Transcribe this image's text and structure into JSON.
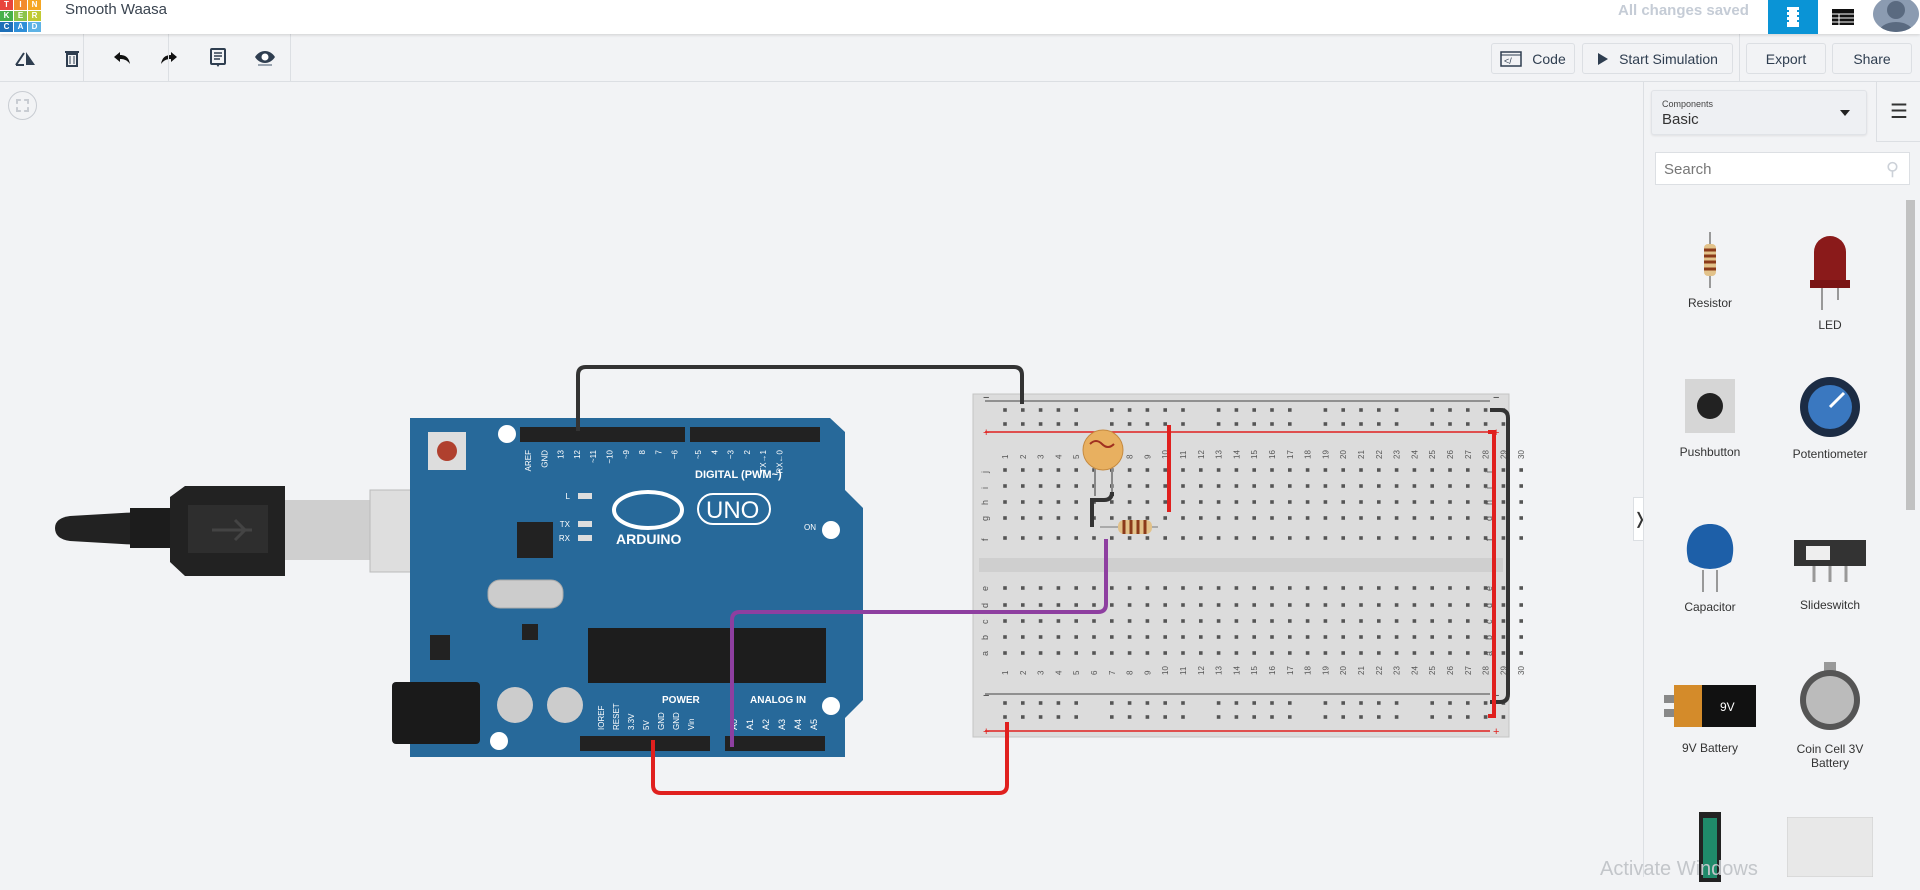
{
  "header": {
    "logo_letters": [
      "T",
      "I",
      "N",
      "K",
      "E",
      "R",
      "C",
      "A",
      "D"
    ],
    "title": "Smooth Waasa",
    "status": "All changes saved",
    "views": [
      "circuit-view-icon",
      "schematic-view-icon"
    ]
  },
  "toolbar": {
    "tools": [
      "rotate-icon",
      "delete-icon",
      "undo-icon",
      "redo-icon",
      "notes-icon",
      "visibility-icon"
    ],
    "code_label": "Code",
    "simulate_label": "Start Simulation",
    "export_label": "Export",
    "share_label": "Share"
  },
  "sidebar": {
    "dropdown_label": "Components",
    "dropdown_value": "Basic",
    "search_placeholder": "Search",
    "components": [
      {
        "label": "Resistor"
      },
      {
        "label": "LED"
      },
      {
        "label": "Pushbutton"
      },
      {
        "label": "Potentiometer"
      },
      {
        "label": "Capacitor"
      },
      {
        "label": "Slideswitch"
      },
      {
        "label": "9V Battery"
      },
      {
        "label": "Coin Cell 3V Battery"
      }
    ]
  },
  "arduino": {
    "brand": "ARDUINO",
    "model": "UNO",
    "digital_label": "DIGITAL (PWM~)",
    "power_label": "POWER",
    "analog_label": "ANALOG IN",
    "on_label": "ON",
    "leds": [
      "L",
      "TX",
      "RX"
    ],
    "digital_pins": [
      "AREF",
      "GND",
      "13",
      "12",
      "~11",
      "~10",
      "~9",
      "8",
      "7",
      "~6",
      "~5",
      "4",
      "~3",
      "2",
      "TX→1",
      "RX←0"
    ],
    "power_pins": [
      "IOREF",
      "RESET",
      "3.3V",
      "5V",
      "GND",
      "GND",
      "Vin"
    ],
    "analog_pins": [
      "A0",
      "A1",
      "A2",
      "A3",
      "A4",
      "A5"
    ],
    "battery_text": "9V"
  },
  "breadboard": {
    "rows_top": [
      "j",
      "i",
      "h",
      "g",
      "f"
    ],
    "rows_bottom": [
      "e",
      "d",
      "c",
      "b",
      "a"
    ],
    "columns": 30
  },
  "wire_colors": {
    "black": "#333333",
    "red": "#e0201e",
    "purple": "#8e3fa0"
  },
  "watermark": "Activate Windows"
}
